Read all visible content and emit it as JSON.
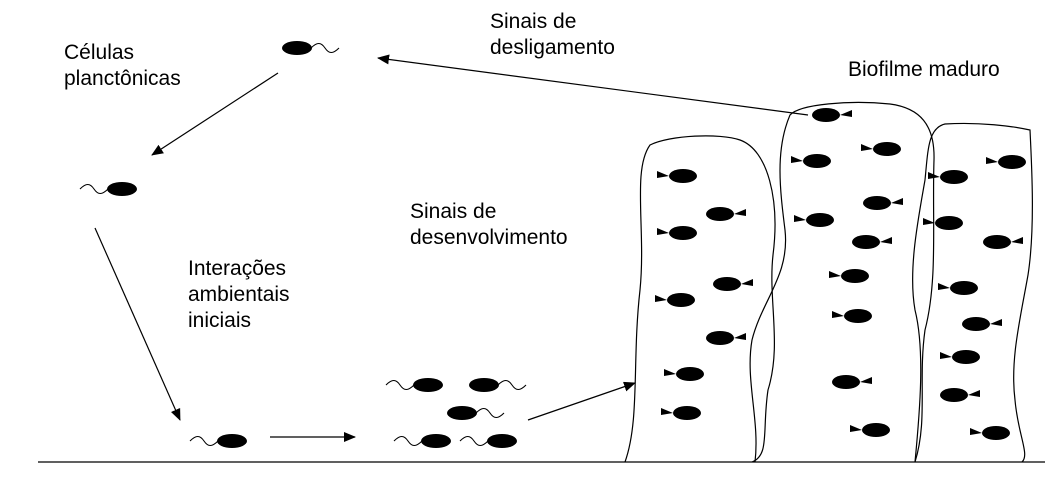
{
  "labels": {
    "planktonic_line1": "Células",
    "planktonic_line2": "planctônicas",
    "detach_line1": "Sinais de",
    "detach_line2": "desligamento",
    "mature": "Biofilme maduro",
    "dev_line1": "Sinais de",
    "dev_line2": "desenvolvimento",
    "env_line1": "Interações",
    "env_line2": "ambientais",
    "env_line3": "iniciais"
  },
  "colors": {
    "ink": "#000000",
    "background": "#ffffff"
  }
}
